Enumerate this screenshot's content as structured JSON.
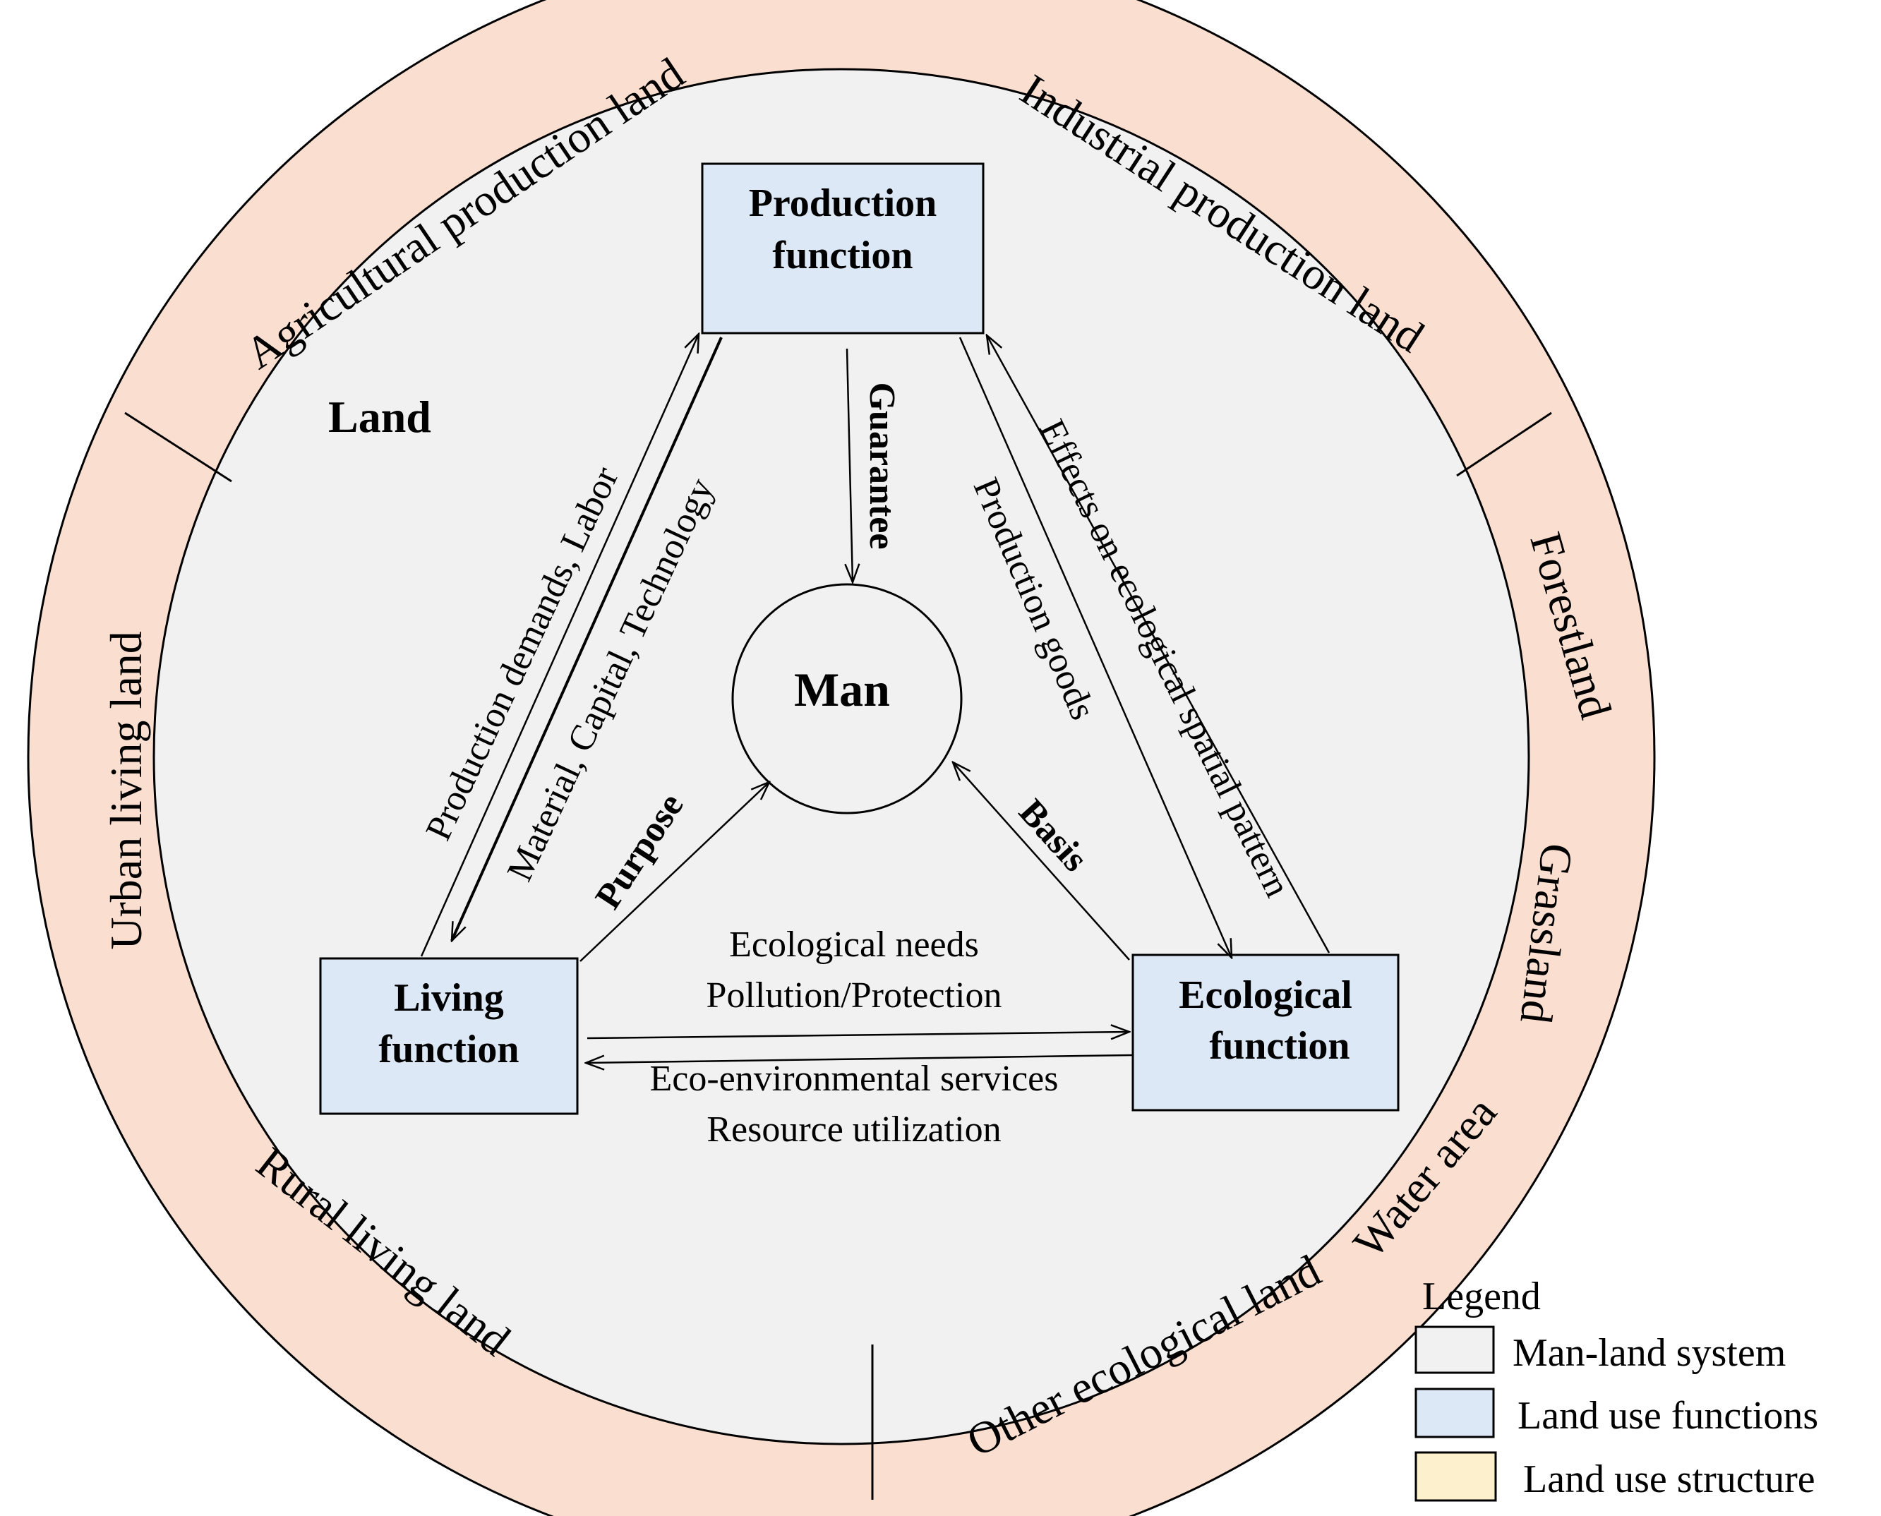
{
  "colors": {
    "outer_ring": "#fadfd0",
    "inner_system": "#f1f1f1",
    "function_box": "#dce8f5",
    "legend_structure": "#fdf1cd",
    "stroke": "#000000"
  },
  "inner_label": "Land",
  "center": {
    "label": "Man"
  },
  "functions": {
    "production": {
      "line1": "Production",
      "line2": "function"
    },
    "living": {
      "line1": "Living",
      "line2": "function"
    },
    "ecological": {
      "line1": "Ecological",
      "line2": "function"
    }
  },
  "ring_labels": {
    "agricultural": "Agricultural production land",
    "industrial": "Industrial production land",
    "forestland": "Forestland",
    "grassland": "Grassland",
    "water": "Water area",
    "other_ecological": "Other ecological land",
    "rural": "Rural living land",
    "urban": "Urban living land"
  },
  "edges": {
    "guarantee": "Guarantee",
    "purpose": "Purpose",
    "basis": "Basis",
    "production_demands": "Production demands, Labor",
    "material_capital": "Material, Capital, Technology",
    "production_goods": "Production goods",
    "effects_ecological": "Effects on ecological spatial pattern",
    "ecological_needs": "Ecological needs",
    "pollution_protection": "Pollution/Protection",
    "eco_services": "Eco-environmental services",
    "resource_utilization": "Resource utilization"
  },
  "legend": {
    "title": "Legend",
    "items": [
      {
        "label": "Man-land system",
        "color": "#f1f1f1"
      },
      {
        "label": "Land use functions",
        "color": "#dce8f5"
      },
      {
        "label": "Land use structure",
        "color": "#fdf1cd"
      }
    ]
  }
}
